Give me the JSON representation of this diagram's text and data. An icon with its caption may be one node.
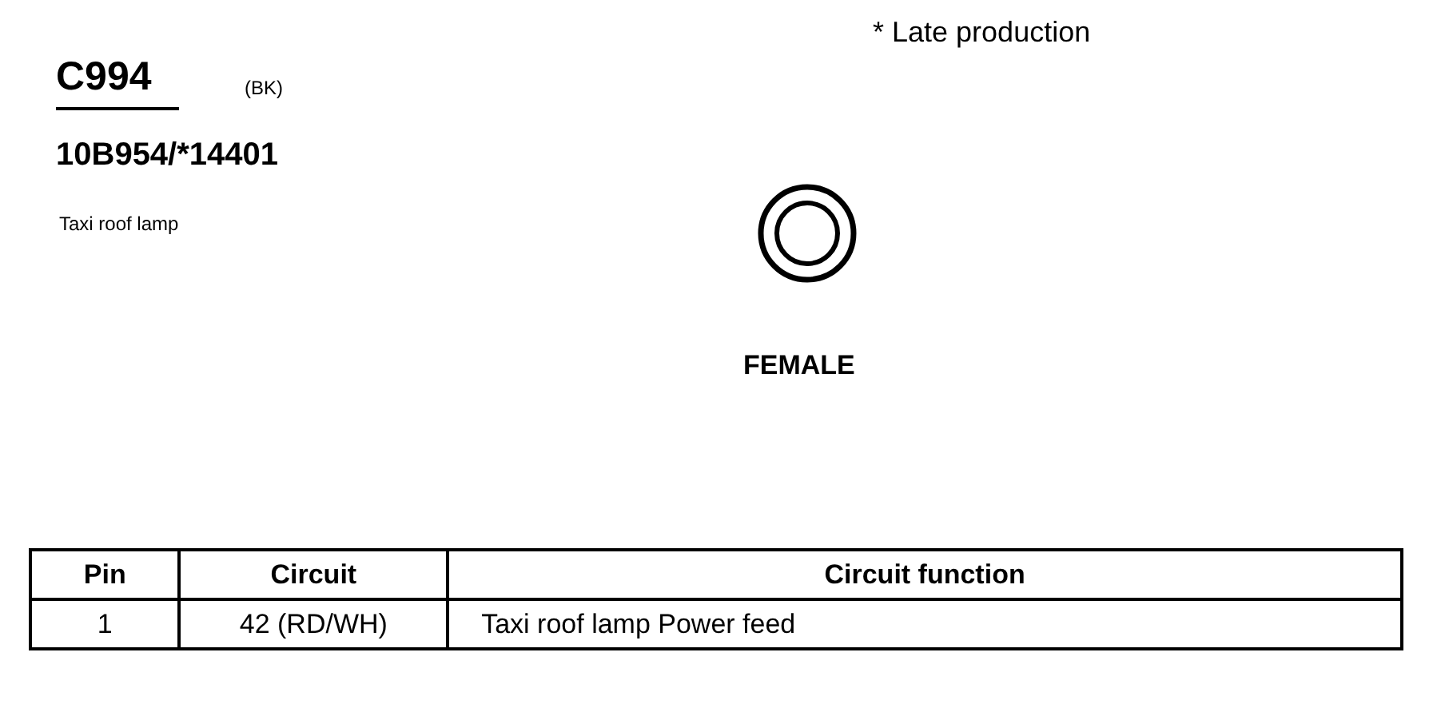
{
  "diagram": {
    "title": "C994",
    "nodes": [
      {
        "text": [],
        "shape": "circle",
        "beside": [
          "FEMALE"
        ]
      }
    ],
    "labels": [
      "(BK)",
      "10B954/*14401",
      "Taxi roof lamp",
      "* Late production",
      "Pin",
      "Circuit",
      "Circuit function",
      "1",
      "42 (RD/WH)",
      "Taxi roof lamp Power feed"
    ]
  }
}
